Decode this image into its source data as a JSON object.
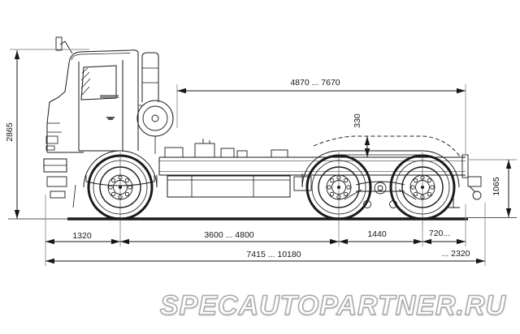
{
  "watermark": {
    "text": "SPECAUTOPARTNER.RU"
  },
  "dimensions": {
    "overall_height": "2865",
    "frame_length_range": "4870 ... 7670",
    "frame_height_drop": "330",
    "rear_frame_height": "1065",
    "front_overhang": "1320",
    "wheelbase_range": "3600 ... 4800",
    "rear_axle_spacing": "1440",
    "rear_overhang_min": "720...",
    "rear_overhang_max": "... 2320",
    "overall_length_range": "7415 ... 10180"
  },
  "colors": {
    "line": "#1a1a1a",
    "dimension": "#161616",
    "extension": "#8f8f8f",
    "watermark_outline": "#a8a8a8",
    "background": "#ffffff"
  }
}
